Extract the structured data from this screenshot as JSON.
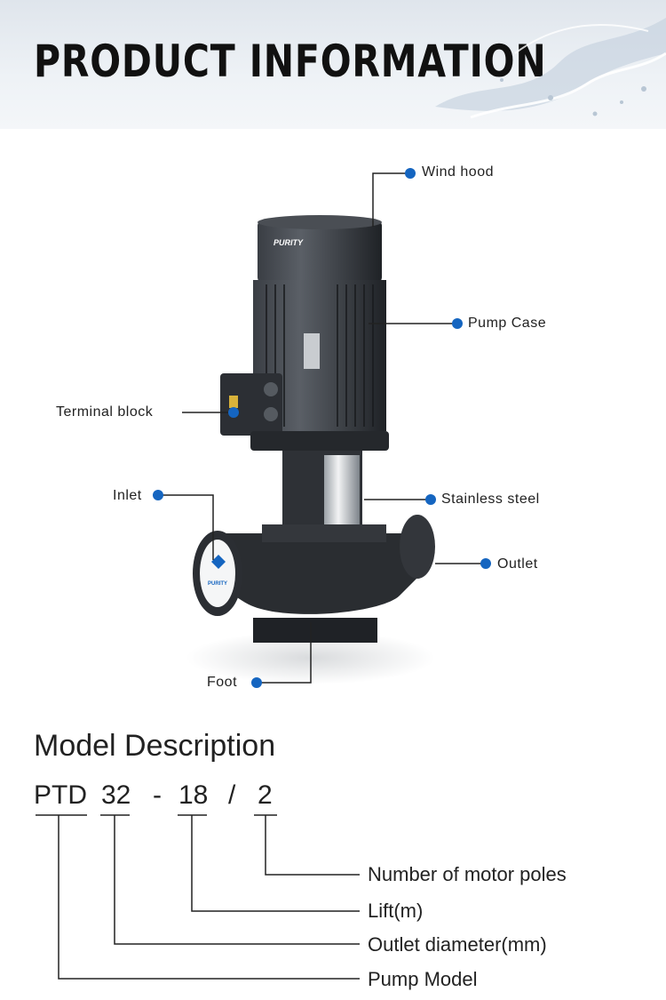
{
  "header": {
    "title": "PRODUCT INFORMATION"
  },
  "brand": {
    "logo_text": "PURITY"
  },
  "callouts": {
    "wind_hood": "Wind hood",
    "pump_case": "Pump Case",
    "terminal_block": "Terminal block",
    "inlet": "Inlet",
    "stainless_steel": "Stainless steel",
    "outlet": "Outlet",
    "foot": "Foot"
  },
  "model": {
    "title": "Model Description",
    "parts": {
      "p1": "PTD",
      "p2": "32",
      "sep1": "-",
      "p3": "18",
      "sep2": "/",
      "p4": "2"
    },
    "meanings": {
      "poles": "Number of motor poles",
      "lift": "Lift(m)",
      "outlet": "Outlet diameter(mm)",
      "pump": "Pump Model"
    }
  },
  "colors": {
    "accent": "#1565c0",
    "pump_body": "#2b2e33"
  }
}
